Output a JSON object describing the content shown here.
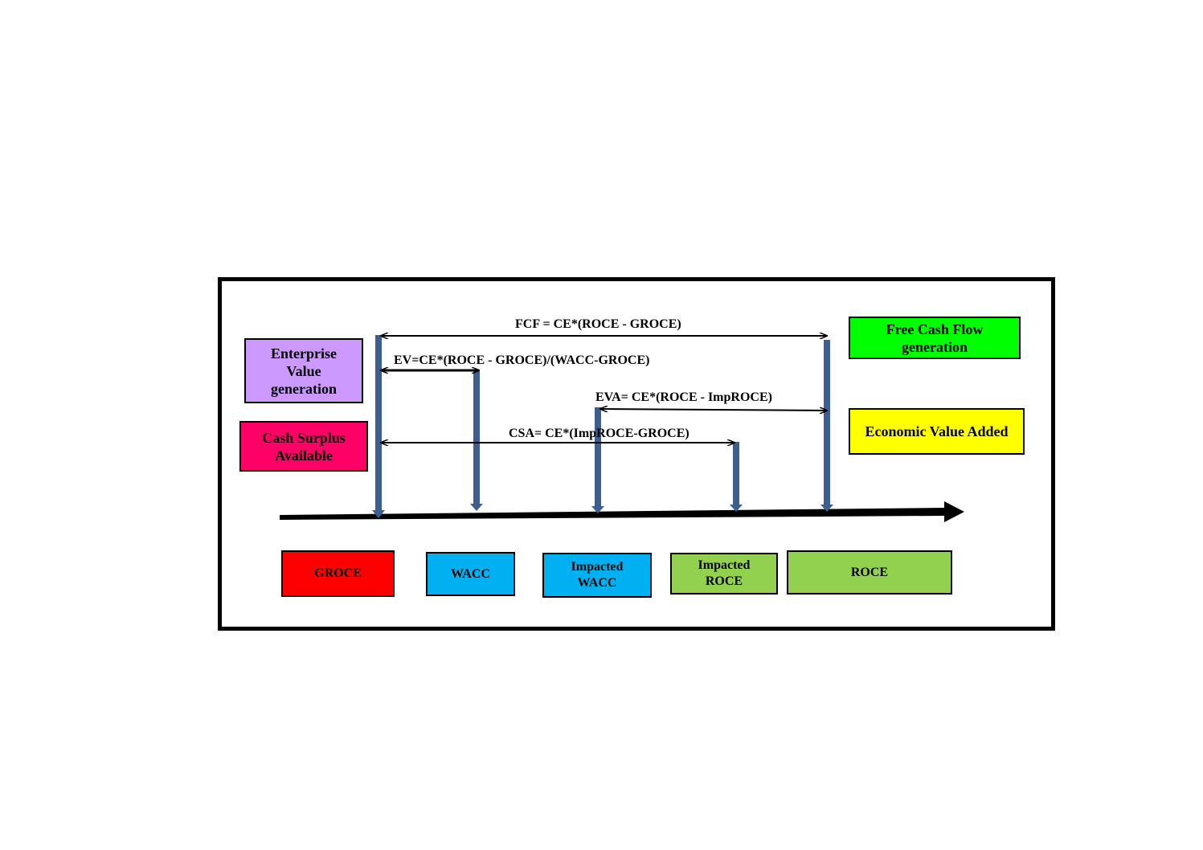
{
  "diagram": {
    "formulas": {
      "fcf": "FCF = CE*(ROCE - GROCE)",
      "ev": "EV=CE*(ROCE - GROCE)/(WACC-GROCE)",
      "eva": "EVA= CE*(ROCE - ImpROCE)",
      "csa": "CSA= CE*(ImpROCE-GROCE)"
    },
    "legend_boxes": {
      "enterprise_value": {
        "text": "Enterprise Value generation",
        "color": "#cc99ff"
      },
      "cash_surplus": {
        "text": "Cash Surplus Available",
        "color": "#ff0066"
      },
      "free_cash_flow": {
        "text": "Free Cash Flow generation",
        "color": "#00ff00"
      },
      "economic_value_added": {
        "text": "Economic Value Added",
        "color": "#ffff00"
      }
    },
    "axis_boxes": [
      {
        "text": "GROCE",
        "color": "#ff0000"
      },
      {
        "text": "WACC",
        "color": "#00b0f0"
      },
      {
        "text": "Impacted WACC",
        "color": "#00b0f0"
      },
      {
        "text": "Impacted ROCE",
        "color": "#92d050"
      },
      {
        "text": "ROCE",
        "color": "#92d050"
      }
    ],
    "colors": {
      "marker": "#3c5f8f",
      "axis": "#000000"
    }
  }
}
